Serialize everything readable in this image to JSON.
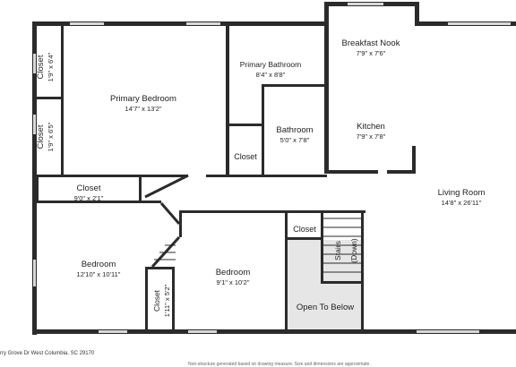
{
  "rooms": {
    "breakfast_nook": {
      "name": "Breakfast Nook",
      "dims": "7'9\" x 7'6\""
    },
    "primary_bathroom": {
      "name": "Primary Bathroom",
      "dims": "8'4\" x 8'8\""
    },
    "primary_bedroom": {
      "name": "Primary Bedroom",
      "dims": "14'7\" x 13'2\""
    },
    "closet_top": {
      "name": "Closet",
      "dims": "1'9\" x 6'4\""
    },
    "closet_mid": {
      "name": "Closet",
      "dims": "1'9\" x 6'5\""
    },
    "bathroom": {
      "name": "Bathroom",
      "dims": "5'0\" x 7'8\""
    },
    "kitchen": {
      "name": "Kitchen",
      "dims": "7'9\" x 7'8\""
    },
    "closet_small": {
      "name": "Closet"
    },
    "closet_hall": {
      "name": "Closet",
      "dims": "9'0\" x 2'1\""
    },
    "living_room": {
      "name": "Living Room",
      "dims": "14'8\" x 26'11\""
    },
    "closet_stairs": {
      "name": "Closet"
    },
    "stairs": {
      "name": "Stairs",
      "sub": "(Down)"
    },
    "bedroom_left": {
      "name": "Bedroom",
      "dims": "12'10\" x 10'11\""
    },
    "bedroom_right": {
      "name": "Bedroom",
      "dims": "9'1\" x 10'2\""
    },
    "closet_bottom": {
      "name": "Closet",
      "dims": "1'11\" x 5'2\""
    },
    "open_below": {
      "name": "Open To Below"
    }
  },
  "footer": {
    "address": "rry Grove Dr West Columbia, SC 29170",
    "disclaimer": "Non-structure generated based on drawing measure. Size and dimensions are approximate."
  },
  "colors": {
    "wall": "#2b2b2b",
    "window": "#d8d8d8",
    "shaded": "#e6e6e6"
  }
}
